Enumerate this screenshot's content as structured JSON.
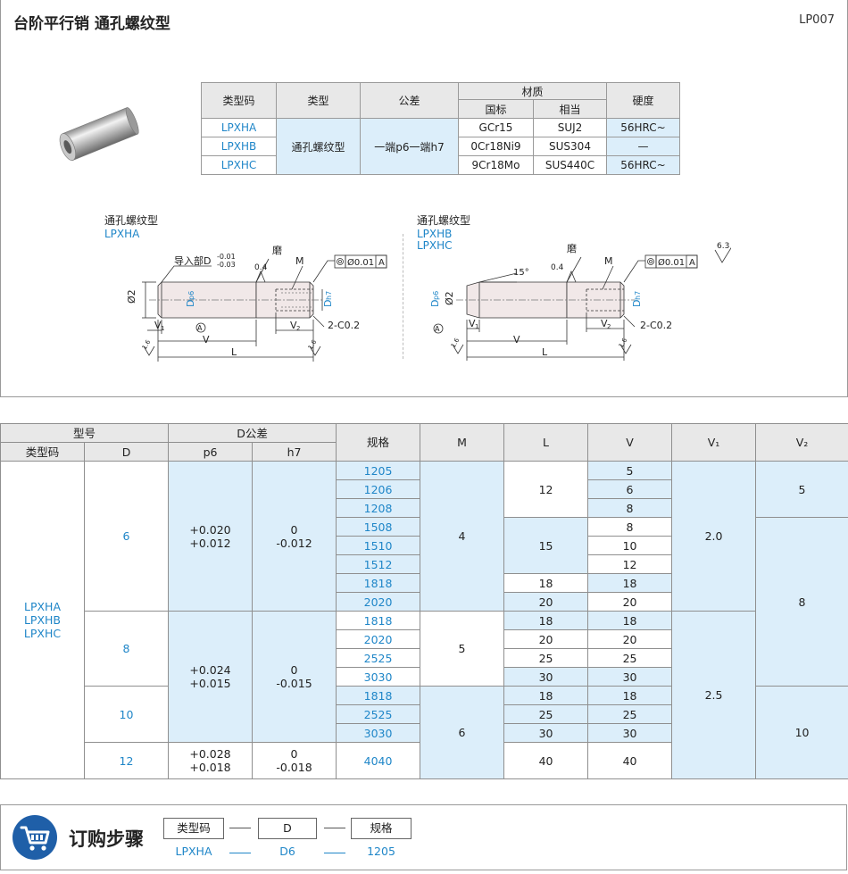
{
  "header": {
    "title": "台阶平行销 通孔螺纹型",
    "code": "LP007"
  },
  "type_table": {
    "headers": {
      "type_code": "类型码",
      "type": "类型",
      "tolerance": "公差",
      "material": "材质",
      "material_gb": "国标",
      "material_eq": "相当",
      "hardness": "硬度"
    },
    "type_label": "通孔螺纹型",
    "tolerance_value": "一端p6一端h7",
    "rows": [
      {
        "code": "LPXHA",
        "gb": "GCr15",
        "eq": "SUJ2",
        "hardness": "56HRC~"
      },
      {
        "code": "LPXHB",
        "gb": "0Cr18Ni9",
        "eq": "SUS304",
        "hardness": "—"
      },
      {
        "code": "LPXHC",
        "gb": "9Cr18Mo",
        "eq": "SUS440C",
        "hardness": "56HRC~"
      }
    ]
  },
  "drawing_left": {
    "title": "通孔螺纹型",
    "codes": [
      "LPXHA"
    ],
    "labels": {
      "lead": "导入部D",
      "lead_up": "-0.01",
      "lead_low": "-0.03",
      "grind": "磨",
      "roughness": "0.4",
      "m": "M",
      "concentric": "Ø0.01",
      "datum": "A",
      "phi2": "Ø2",
      "dp": "D",
      "dp_sub": "p6",
      "dh": "D",
      "dh_sub": "h7",
      "v1": "V",
      "v1_sub": "1",
      "v": "V",
      "v2": "V",
      "v2_sub": "2",
      "l": "L",
      "chamfer": "2-C0.2",
      "r16": "1.6"
    }
  },
  "drawing_right": {
    "title": "通孔螺纹型",
    "codes": [
      "LPXHB",
      "LPXHC"
    ],
    "angle": "15°",
    "surface": "6.3"
  },
  "spec_table": {
    "headers": {
      "model": "型号",
      "type_code": "类型码",
      "d": "D",
      "d_tol": "D公差",
      "p6": "p6",
      "h7": "h7",
      "spec": "规格",
      "m": "M",
      "l": "L",
      "v": "V",
      "v1": "V₁",
      "v2": "V₂"
    },
    "type_codes": [
      "LPXHA",
      "LPXHB",
      "LPXHC"
    ],
    "d_groups": [
      {
        "d": "6",
        "p6": [
          "+0.020",
          "+0.012"
        ],
        "h7": [
          "0",
          "-0.012"
        ]
      },
      {
        "d": "8",
        "p6": [
          "+0.024",
          "+0.015"
        ],
        "h7": [
          "0",
          "-0.015"
        ]
      },
      {
        "d": "10"
      },
      {
        "d": "12",
        "p6": [
          "+0.028",
          "+0.018"
        ],
        "h7": [
          "0",
          "-0.018"
        ]
      }
    ],
    "rows": [
      {
        "spec": "1205",
        "l": "12",
        "v": "5"
      },
      {
        "spec": "1206",
        "v": "6"
      },
      {
        "spec": "1208",
        "v": "8"
      },
      {
        "spec": "1508",
        "l": "15",
        "v": "8"
      },
      {
        "spec": "1510",
        "v": "10"
      },
      {
        "spec": "1512",
        "v": "12"
      },
      {
        "spec": "1818",
        "l": "18",
        "v": "18"
      },
      {
        "spec": "2020",
        "l": "20",
        "v": "20"
      },
      {
        "spec": "1818",
        "l": "18",
        "v": "18"
      },
      {
        "spec": "2020",
        "l": "20",
        "v": "20"
      },
      {
        "spec": "2525",
        "l": "25",
        "v": "25"
      },
      {
        "spec": "3030",
        "l": "30",
        "v": "30"
      },
      {
        "spec": "1818",
        "l": "18",
        "v": "18"
      },
      {
        "spec": "2525",
        "l": "25",
        "v": "25"
      },
      {
        "spec": "3030",
        "l": "30",
        "v": "30"
      },
      {
        "spec": "4040",
        "l": "40",
        "v": "40"
      }
    ],
    "m_values": [
      "4",
      "5",
      "6"
    ],
    "v1_values": [
      "2.0",
      "2.5"
    ],
    "v2_values": [
      "5",
      "8",
      "10"
    ]
  },
  "order": {
    "title": "订购步骤",
    "fields": [
      {
        "label": "类型码",
        "example": "LPXHA"
      },
      {
        "label": "D",
        "example": "D6"
      },
      {
        "label": "规格",
        "example": "1205"
      }
    ]
  },
  "colors": {
    "accent": "#1f86c8",
    "highlight": "#dceefa",
    "header_bg": "#e8e8e8"
  }
}
